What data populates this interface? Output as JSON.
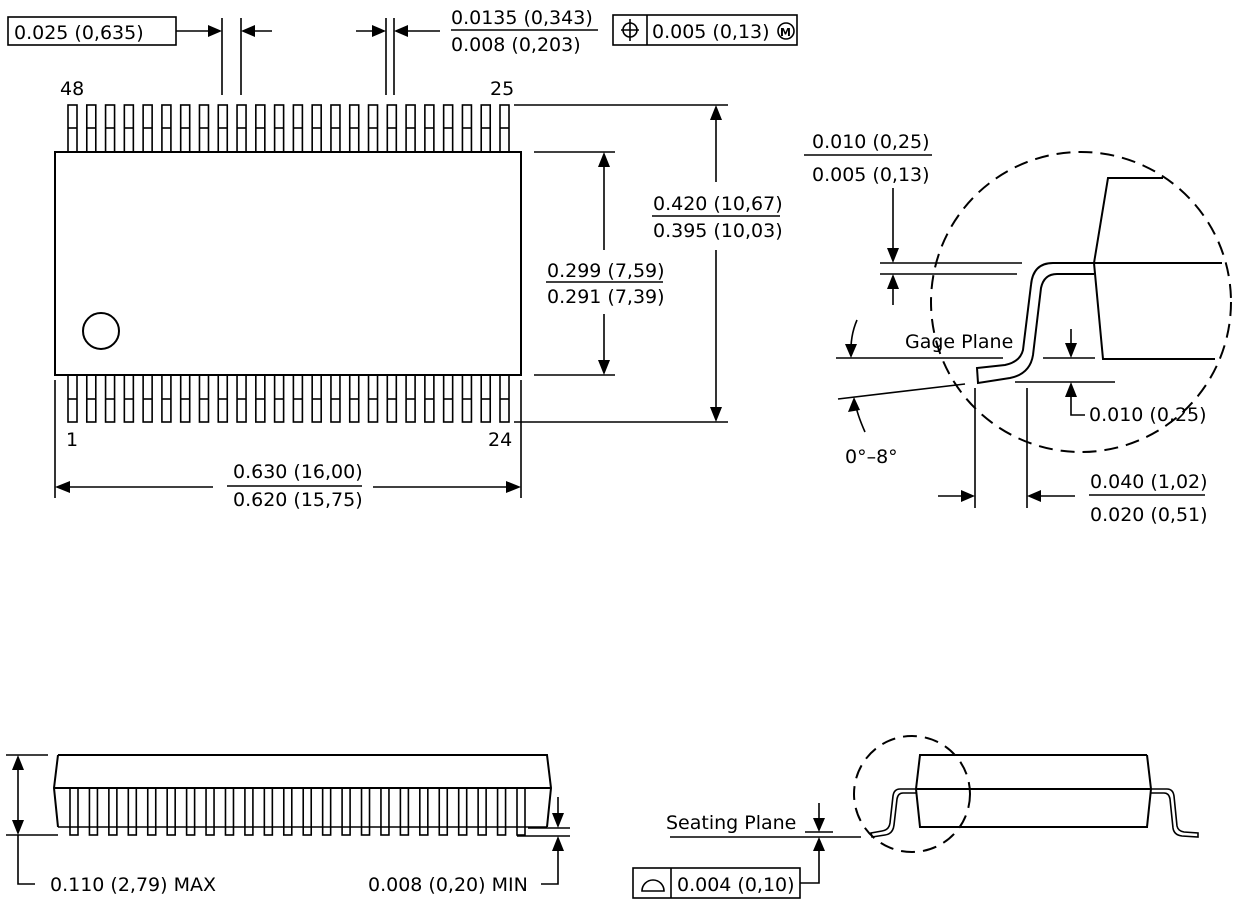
{
  "title": "48-pin SSOP package mechanical outline (DL)",
  "top_view": {
    "pin_labels": {
      "top_left": "48",
      "top_right": "25",
      "bottom_left": "1",
      "bottom_right": "24"
    },
    "pins_per_side": 24,
    "pitch_box": "0.025 (0,635)",
    "lead_width": {
      "max": "0.0135 (0,343)",
      "min": "0.008 (0,203)"
    },
    "position_tolerance": {
      "symbol": "position",
      "value": "0.005 (0,13)",
      "modifier": "M"
    },
    "body_width": {
      "max": "0.299 (7,59)",
      "min": "0.291 (7,39)"
    },
    "overall_width": {
      "max": "0.420 (10,67)",
      "min": "0.395 (10,03)"
    },
    "body_length": {
      "max": "0.630 (16,00)",
      "min": "0.620 (15,75)"
    }
  },
  "detail_view": {
    "lead_thickness": {
      "max": "0.010 (0,25)",
      "min": "0.005 (0,13)"
    },
    "gage_plane_label": "Gage Plane",
    "gage_offset": "0.010 (0,25)",
    "angle": "0°–8°",
    "foot_length": {
      "max": "0.040 (1,02)",
      "min": "0.020 (0,51)"
    }
  },
  "side_view": {
    "height_max": "0.110 (2,79) MAX",
    "standoff_min": "0.008 (0,20) MIN"
  },
  "end_view": {
    "seating_plane_label": "Seating Plane",
    "coplanarity": {
      "symbol": "flatness-profile",
      "value": "0.004 (0,10)"
    }
  }
}
